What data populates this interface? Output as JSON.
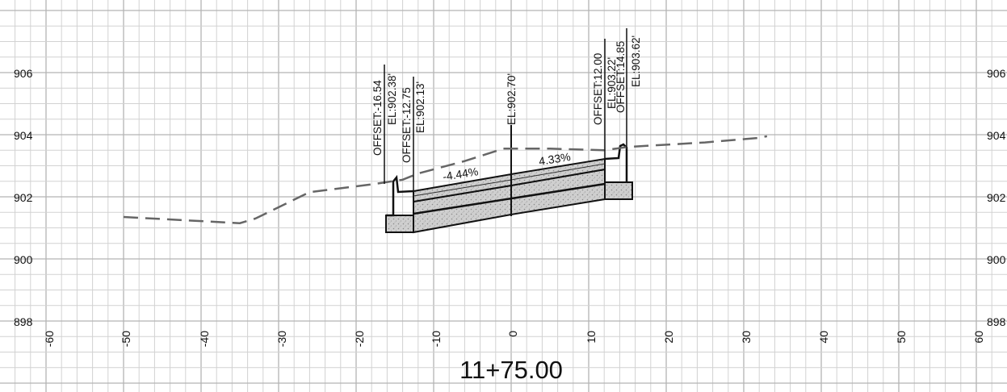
{
  "station": "11+75.00",
  "elevation_labels": [
    "906",
    "904",
    "902",
    "900",
    "898"
  ],
  "offset_labels": [
    "-60",
    "-50",
    "-40",
    "-30",
    "-20",
    "-10",
    "0",
    "10",
    "20",
    "30",
    "40",
    "50",
    "60"
  ],
  "callouts": {
    "left_gutter_offset": "OFFSET:-16.54",
    "left_gutter_elev": "EL:902.38'",
    "left_edge_offset": "OFFSET:-12.75",
    "left_edge_elev": "EL:902.13'",
    "crown_elev": "EL:902.70'",
    "right_edge_offset": "OFFSET:12.00",
    "right_edge_elev": "EL:903.22'",
    "right_gutter_offset": "OFFSET:14.85",
    "right_gutter_elev": "EL:903.62'"
  },
  "slopes": {
    "left": "-4.44%",
    "right": "4.33%"
  },
  "chart_data": {
    "type": "line",
    "xlim": [
      -60,
      60
    ],
    "ylim": [
      898,
      906
    ],
    "grid": true,
    "series": [
      {
        "x": [
          -50,
          -35,
          -33,
          -26,
          -18,
          -14,
          -12,
          -6,
          -1,
          5,
          12,
          14.85,
          18,
          25,
          32,
          33
        ],
        "values": [
          901.35,
          901.15,
          901.3,
          902.15,
          902.4,
          902.55,
          902.75,
          903.15,
          903.55,
          903.55,
          903.5,
          903.6,
          903.65,
          903.75,
          903.9,
          903.95
        ]
      }
    ]
  }
}
